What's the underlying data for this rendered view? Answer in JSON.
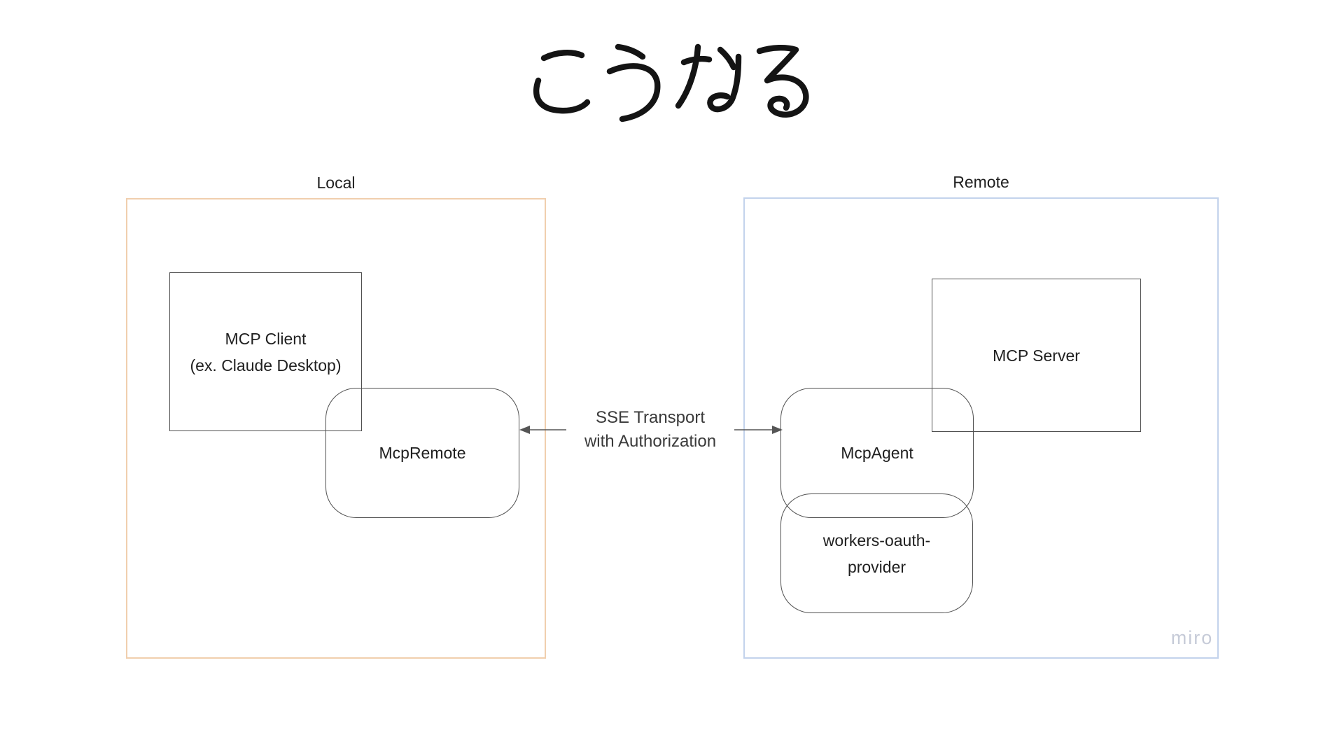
{
  "title": {
    "text": "こうなる"
  },
  "frames": {
    "local": {
      "label": "Local"
    },
    "remote": {
      "label": "Remote"
    }
  },
  "nodes": {
    "mcp_client": {
      "line1": "MCP Client",
      "line2": "(ex. Claude Desktop)"
    },
    "mcp_remote": {
      "label": "McpRemote"
    },
    "mcp_server": {
      "label": "MCP Server"
    },
    "mcp_agent": {
      "label": "McpAgent"
    },
    "workers_oauth_provider": {
      "line1": "workers-oauth-",
      "line2": "provider"
    }
  },
  "connector": {
    "line1": "SSE Transport",
    "line2": "with Authorization"
  },
  "watermark": {
    "text": "miro"
  },
  "colors": {
    "local_frame_border": "#f0cfae",
    "remote_frame_border": "#c3d3ec",
    "shape_border": "#4f4f4f",
    "connector": "#555555",
    "text": "#1f1f1f",
    "watermark": "#c6cbd8",
    "background": "#ffffff"
  }
}
